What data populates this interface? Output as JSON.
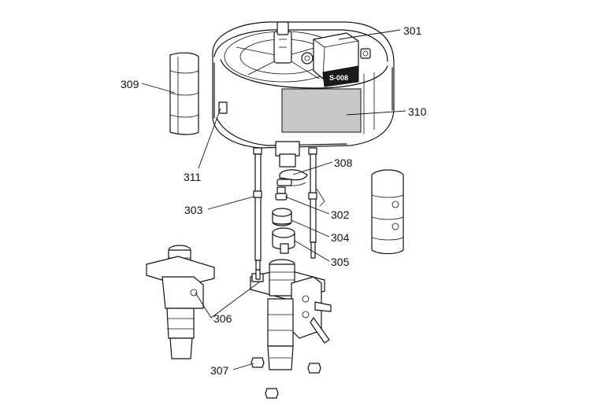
{
  "diagram": {
    "callouts": {
      "c301": "301",
      "c302": "302",
      "c303": "303",
      "c304": "304",
      "c305": "305",
      "c306": "306",
      "c307": "307",
      "c308": "308",
      "c309": "309",
      "c310": "310",
      "c311": "311"
    },
    "label_panel_text": "S-008"
  },
  "colors": {
    "line": "#111111",
    "label_panel": "#c8c8c8",
    "background": "#ffffff"
  }
}
